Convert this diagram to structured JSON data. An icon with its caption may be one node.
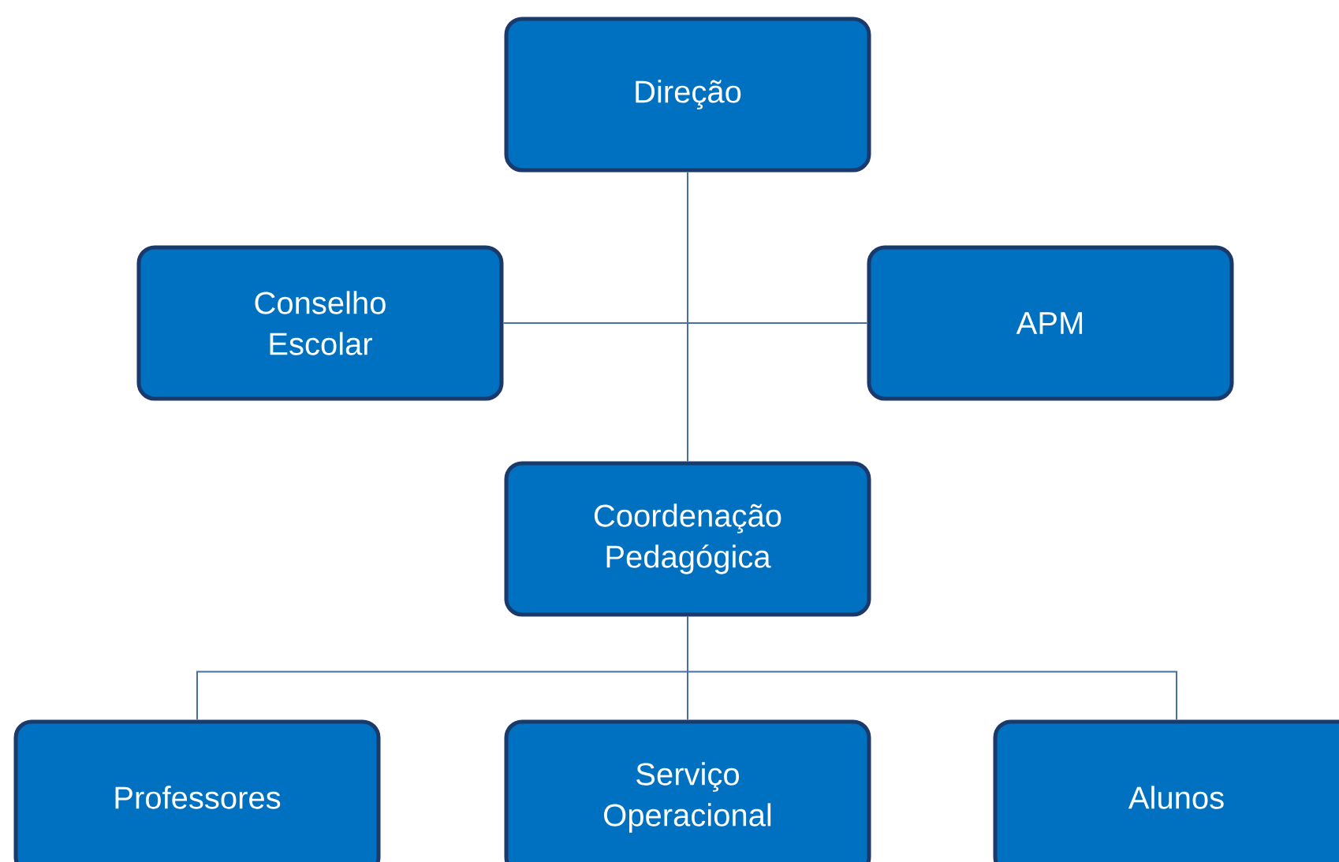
{
  "diagram": {
    "nodes": [
      {
        "text": [
          "Direção"
        ]
      },
      {
        "text": [
          "Conselho Escolar"
        ]
      },
      {
        "text": [
          "APM"
        ]
      },
      {
        "text": [
          "Coordenação Pedagógica"
        ]
      },
      {
        "text": [
          "Professores"
        ]
      },
      {
        "text": [
          "Serviço Operacional"
        ]
      },
      {
        "text": [
          "Alunos"
        ]
      }
    ],
    "edges": [
      {
        "from": 0,
        "to": 3,
        "arrow": "none"
      },
      {
        "from": 1,
        "to": 2,
        "arrow": "none"
      },
      {
        "from": 3,
        "to": 4,
        "arrow": "none"
      },
      {
        "from": 3,
        "to": 5,
        "arrow": "none"
      },
      {
        "from": 3,
        "to": 6,
        "arrow": "none"
      }
    ]
  }
}
